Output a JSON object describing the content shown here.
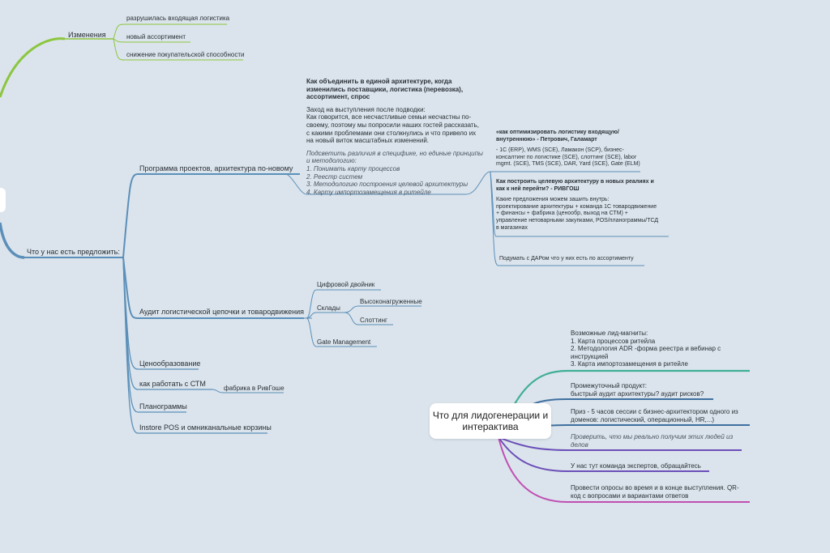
{
  "root": {
    "label": ""
  },
  "changes": {
    "title": "Изменения",
    "items": [
      "разрушилась входящая логистика",
      "новый ассортимент",
      "снижение покупательской способности"
    ]
  },
  "offer": {
    "title": "Что у нас есть предложить:",
    "program": {
      "title": "Программа проектов, архитектура по-новому",
      "note_heading": [
        "Как объединить в единой архитектуре, когда",
        "изменились поставщики, логистика (перевозка),",
        "ассортимент, спрос"
      ],
      "note_body": [
        "Заход на выступления после подводки:",
        "Как говорится, все несчастливые семьи несчастны по-",
        "своему, поэтому мы попросили наших гостей рассказать,",
        "с какими проблемами они столкнулись и что привело их",
        "на новый виток масштабных изменений."
      ],
      "note_italic": [
        "Подсветить различия в специфике, но единые принципы",
        "и методологию:",
        "1.  Понимать карту процессов",
        "2.  Реестр систем",
        "3.  Методологию построения целевой архитектуры",
        "4.  Карту импортозамещения в ритейле"
      ],
      "q1_heading": [
        "«как оптимизировать логистику входящую/",
        "внутреннюю» - Петрович, Галамарт"
      ],
      "q1_body": [
        "- 1С (ERP), WMS (SCE), Ламакон (SCP), бизнес-",
        "консалтинг по логистике (SCE), слоттинг (SCE), labor",
        "mgmt. (SCE), TMS (SCE), DAR, Yard (SCE), Gate (ELM)"
      ],
      "q2_heading": [
        "Как построить целевую архитектуру в новых реалиях и",
        "как к ней перейти? - РИВГОШ"
      ],
      "q2_body": [
        "Какие предложения можем зашить внутрь:",
        "проектирование архитектуры + команда 1С товародвижение",
        "+ финансы + фабрика (ценообр, выход на СТМ) +",
        "управление нетоварными закупками, POS/планограммы/ТСД",
        "в магазинах"
      ],
      "q3": "Подумать с ДАРом что у них есть по ассортименту"
    },
    "audit": {
      "title": "Аудит логистической цепочки и товародвижения",
      "digital_twin": "Цифровой двойник",
      "warehouses": "Склады",
      "high_load": "Высоконагруженные",
      "slotting": "Слоттинг",
      "gate": "Gate Management"
    },
    "pricing": "Ценообразование",
    "stm": "как работать с СТМ",
    "stm_note": "фабрика в РивГоше",
    "planograms": "Планограммы",
    "instore": "Instore POS и омниканальные корзины"
  },
  "leads": {
    "title": "Что для лидогенерации и интерактива",
    "magnets": [
      "Возможные лид-магниты:",
      "1. Карта процессов ритейла",
      "2. Методология ADR -форма реестра и вебинар с",
      "инструкцией",
      "3. Карта импортозамещения в ритейле"
    ],
    "intermediate": [
      "Промежуточный продукт:",
      "быстрый аудит архитектуры? аудит рисков?"
    ],
    "prize": [
      "Приз - 5 часов сессии с бизнес-архитектором одного из",
      "доменов: логистический, операционный, HR,...)"
    ],
    "check": [
      "Проверить, что мы реально получим этих людей из",
      "делов"
    ],
    "experts": "У нас тут команда экспертов, обращайтесь",
    "polls": [
      "Провести опросы во время и в конце выступления. QR-",
      "код с вопросами и вариантами ответов"
    ]
  },
  "colors": {
    "background": "#dbe4ec",
    "green": "#8cc63f",
    "blue": "#5b8fb9",
    "teal": "#3fae97",
    "navy": "#3f6f9f",
    "purple": "#6b4fb8",
    "magenta": "#c04fb3"
  }
}
